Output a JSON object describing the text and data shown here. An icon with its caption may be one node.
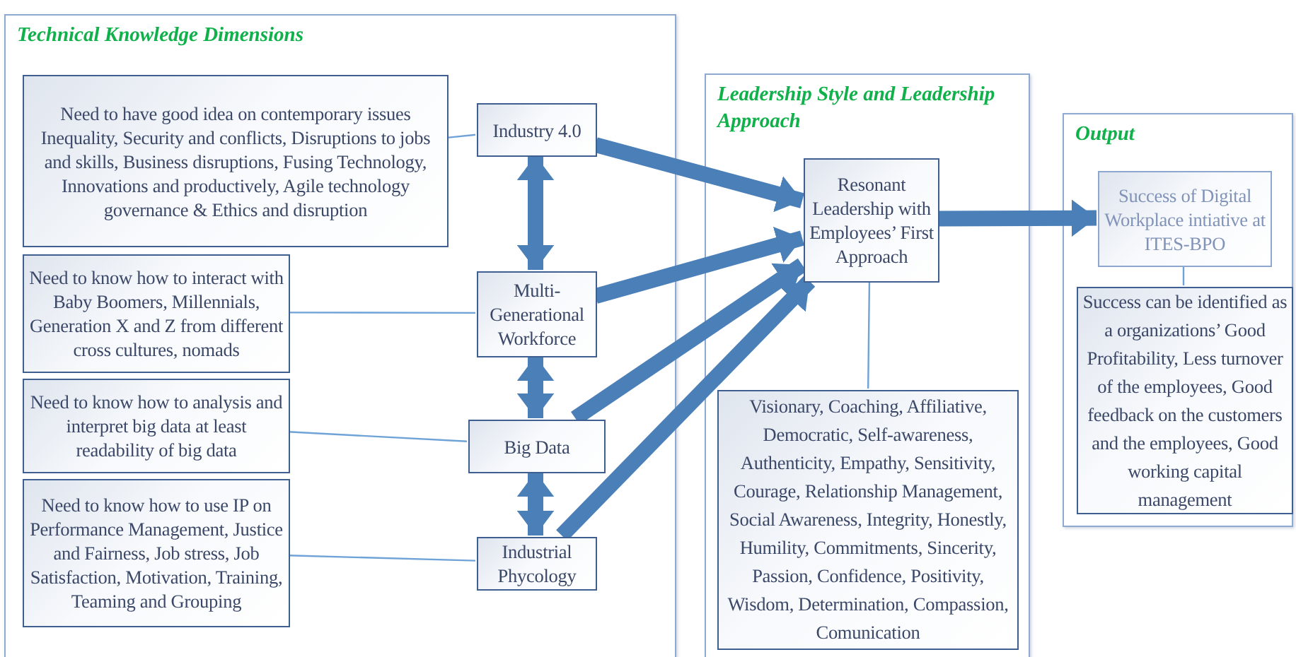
{
  "diagram": {
    "nodes": [
      {
        "text": [
          "Technical Knowledge Dimensions"
        ]
      },
      {
        "text": [
          "Need to have good idea on contemporary issues Inequality, Security and conflicts, Disruptions to jobs and skills, Business disruptions, Fusing Technology, Innovations and productively, Agile technology governance & Ethics and disruption"
        ],
        "in": 0
      },
      {
        "text": [
          "Need to know how to interact with Baby Boomers, Millennials, Generation X and Z from different cross cultures, nomads"
        ],
        "in": 0
      },
      {
        "text": [
          "Need to know how to analysis and interpret big data at least readability of big data"
        ],
        "in": 0
      },
      {
        "text": [
          "Need to know how to use IP on Performance Management, Justice and Fairness, Job stress, Job Satisfaction, Motivation, Training, Teaming and Grouping"
        ],
        "in": 0
      },
      {
        "text": [
          "Industry 4.0"
        ],
        "in": 0
      },
      {
        "text": [
          "Multi-Generational Workforce"
        ],
        "in": 0
      },
      {
        "text": [
          "Big Data"
        ],
        "in": 0
      },
      {
        "text": [
          "Industrial Phycology"
        ],
        "in": 0
      },
      {
        "text": [
          "Leadership Style and Leadership Approach"
        ]
      },
      {
        "text": [
          "Resonant Leadership with Employees’ First Approach"
        ],
        "in": 9
      },
      {
        "text": [
          "Visionary, Coaching, Affiliative, Democratic, Self-awareness, Authenticity, Empathy, Sensitivity, Courage, Relationship Management, Social Awareness, Integrity, Honestly, Humility,  Commitments, Sincerity, Passion, Confidence, Positivity, Wisdom, Determination, Compassion, Comunication"
        ],
        "in": 9
      },
      {
        "text": [
          "Output"
        ]
      },
      {
        "text": [
          "Success of Digital Workplace intiative at ITES-BPO"
        ],
        "in": 12
      },
      {
        "text": [
          "Success can be identified as a organizations’ Good Profitability, Less turnover of the employees, Good feedback on the customers and the employees, Good working capital management"
        ],
        "in": 12
      }
    ],
    "edges": [
      {
        "from": 1,
        "to": 5,
        "arrow": "none",
        "color": "#6fa3d8"
      },
      {
        "from": 2,
        "to": 6,
        "arrow": "none",
        "color": "#6fa3d8"
      },
      {
        "from": 3,
        "to": 7,
        "arrow": "none",
        "color": "#6fa3d8"
      },
      {
        "from": 4,
        "to": 8,
        "arrow": "none",
        "color": "#6fa3d8"
      },
      {
        "from": 5,
        "to": 6,
        "arrow": "both"
      },
      {
        "from": 6,
        "to": 7,
        "arrow": "both"
      },
      {
        "from": 7,
        "to": 8,
        "arrow": "both"
      },
      {
        "from": 5,
        "to": 10,
        "arrow": "to"
      },
      {
        "from": 6,
        "to": 10,
        "arrow": "to"
      },
      {
        "from": 7,
        "to": 10,
        "arrow": "to"
      },
      {
        "from": 8,
        "to": 10,
        "arrow": "to"
      },
      {
        "from": 10,
        "to": 13,
        "arrow": "to"
      },
      {
        "from": 10,
        "to": 11,
        "arrow": "none",
        "color": "#6fa3d8"
      },
      {
        "from": 13,
        "to": 14,
        "arrow": "none",
        "color": "#6fa3d8"
      }
    ]
  }
}
